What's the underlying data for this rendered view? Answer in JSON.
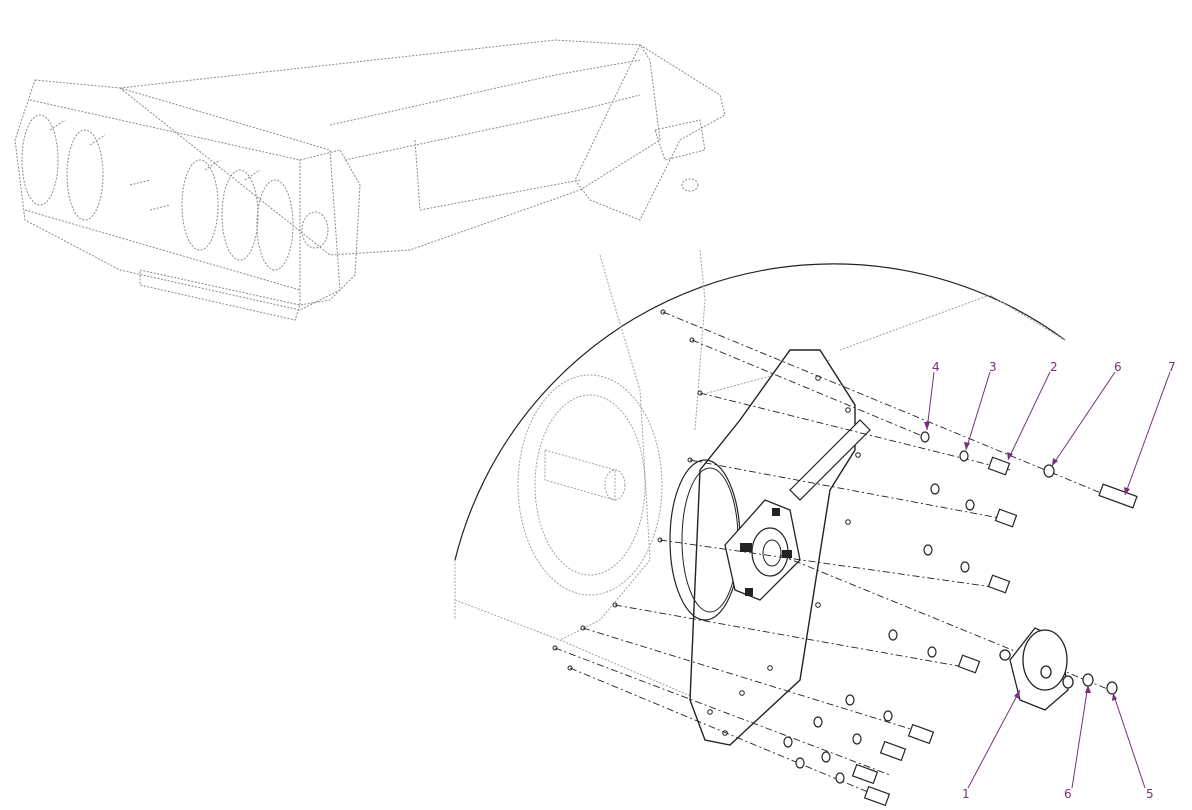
{
  "colors": {
    "line": "#222222",
    "faint": "#9a9a9a",
    "callout": "#7a2f7a",
    "background": "#ffffff"
  },
  "callouts": [
    {
      "id": "4",
      "text": "4"
    },
    {
      "id": "3",
      "text": "3"
    },
    {
      "id": "2",
      "text": "2"
    },
    {
      "id": "6-top",
      "text": "6"
    },
    {
      "id": "7",
      "text": "7"
    },
    {
      "id": "1",
      "text": "1"
    },
    {
      "id": "6-bottom",
      "text": "6"
    },
    {
      "id": "5",
      "text": "5"
    }
  ]
}
